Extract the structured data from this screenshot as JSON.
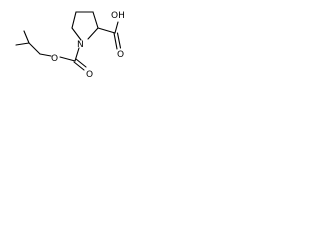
{
  "molecule": {
    "atoms": {
      "nitrogen": "N",
      "hydroxyl": "OH",
      "carbamate_ester_oxygen": "O",
      "carbamate_carbonyl_oxygen": "O",
      "acid_carbonyl_oxygen": "O"
    },
    "colors": {
      "bond": "#000000",
      "text": "#000000",
      "background": "#ffffff"
    }
  }
}
